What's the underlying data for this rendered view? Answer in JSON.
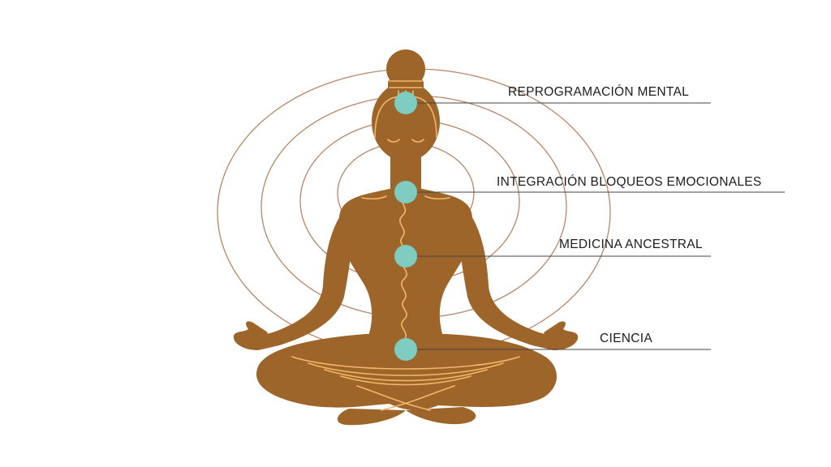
{
  "labels": [
    "REPROGRAMACIÓN MENTAL",
    "INTEGRACIÓN BLOQUEOS EMOCIONALES",
    "MEDICINA ANCESTRAL",
    "CIENCIA"
  ],
  "colors": {
    "body": "#9e652b",
    "highlight": "#f3b769",
    "chakra_dot": "#7ecdc0",
    "aura_ring": "#b88565",
    "leader_line": "#444444",
    "text": "#1c1c1c",
    "background": "#ffffff"
  }
}
